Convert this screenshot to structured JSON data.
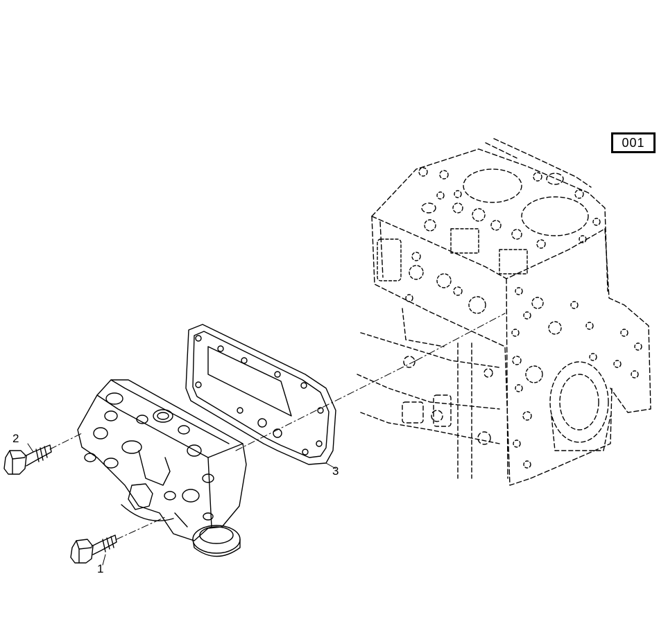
{
  "diagram": {
    "reference_code": "001",
    "callouts": [
      {
        "id": "1",
        "label": "1"
      },
      {
        "id": "2",
        "label": "2"
      },
      {
        "id": "3",
        "label": "3"
      }
    ]
  }
}
